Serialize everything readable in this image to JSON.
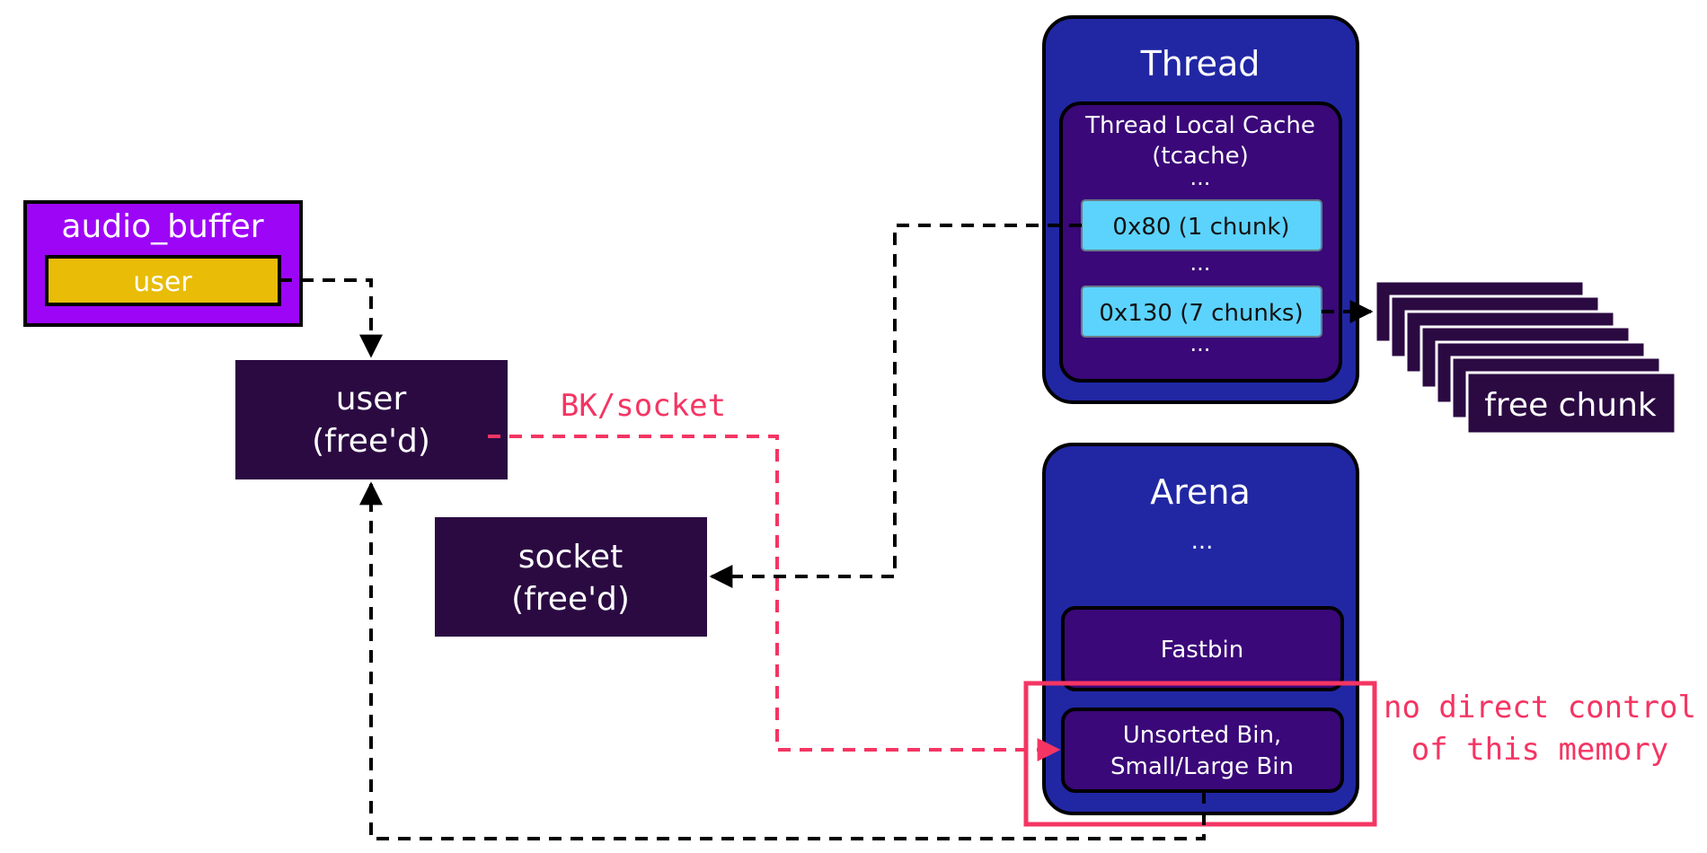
{
  "audio_buffer": {
    "title": "audio_buffer",
    "field": "user"
  },
  "user_block": {
    "line1": "user",
    "line2": "(free'd)"
  },
  "socket_block": {
    "line1": "socket",
    "line2": "(free'd)"
  },
  "bk_label": "BK/socket",
  "thread": {
    "title": "Thread",
    "tcache": {
      "title_line1": "Thread Local Cache",
      "title_line2": "(tcache)",
      "ellipsis_top": "...",
      "ellipsis_mid": "...",
      "ellipsis_bottom": "...",
      "bin_0x80": "0x80 (1 chunk)",
      "bin_0x130": "0x130 (7 chunks)"
    }
  },
  "free_chunk_label": "free chunk",
  "arena": {
    "title": "Arena",
    "ellipsis": "...",
    "fastbin": "Fastbin",
    "unsorted_line1": "Unsorted Bin,",
    "unsorted_line2": "Small/Large Bin"
  },
  "note": {
    "line1": "no direct control",
    "line2": "of this memory"
  },
  "colors": {
    "dark_block": "#2b0a42",
    "audio_buffer_bg": "#9d05f7",
    "user_field_bg": "#e8bc07",
    "container_blue": "#2127a3",
    "inner_purple": "#3a0878",
    "tcache_bin": "#5cd3fd",
    "accent_red": "#f43563"
  }
}
